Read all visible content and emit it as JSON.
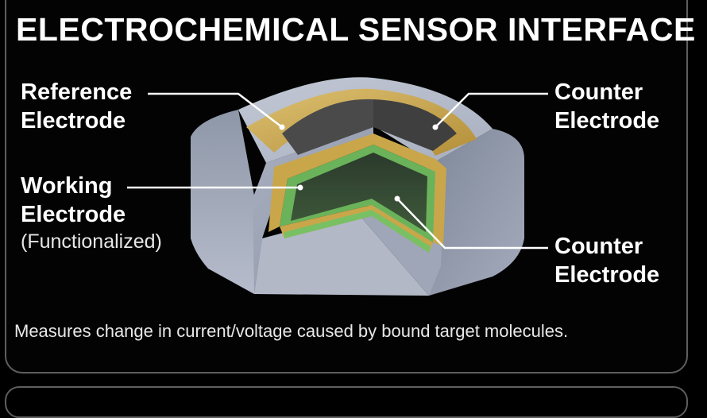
{
  "title": "ELECTROCHEMICAL SENSOR INTERFACE",
  "labels": {
    "reference": {
      "line1": "Reference",
      "line2": "Electrode"
    },
    "counter_top": {
      "line1": "Counter",
      "line2": "Electrode"
    },
    "working": {
      "line1": "Working",
      "line2": "Electrode",
      "note": "(Functionalized)"
    },
    "counter_bottom": {
      "line1": "Counter",
      "line2": "Electrode"
    }
  },
  "caption": "Measures change in current/voltage caused by bound target molecules.",
  "colors": {
    "background": "#000000",
    "body": "#9aa3b4",
    "gold": "#c9a64a",
    "electrode": "#4a4a4a",
    "green": "#6bb35a",
    "text": "#ffffff"
  }
}
